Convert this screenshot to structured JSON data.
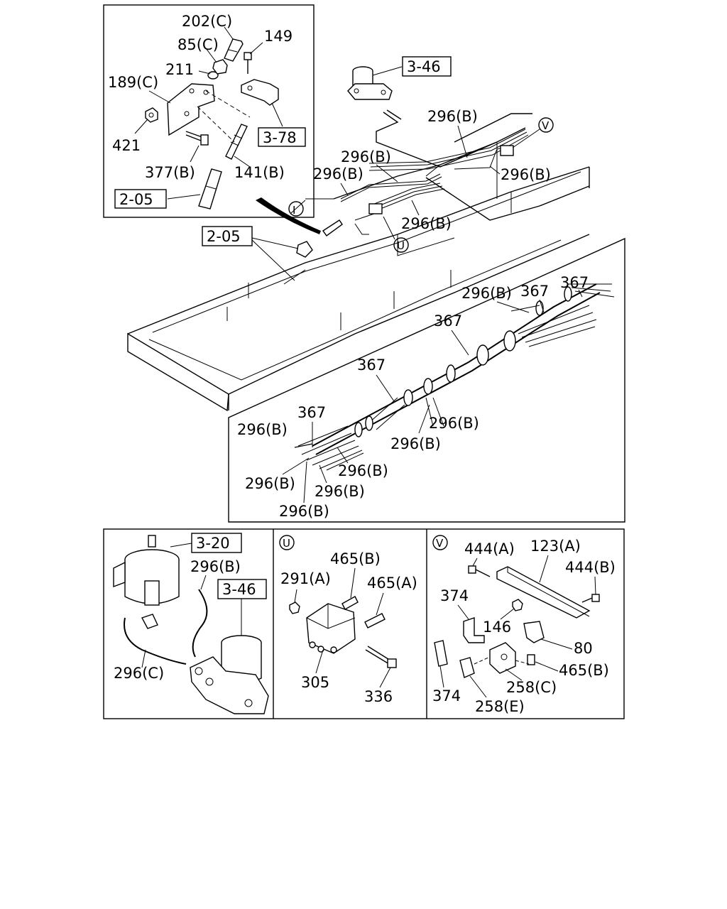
{
  "labels": {
    "p202c": "202(C)",
    "p85c": "85(C)",
    "p149": "149",
    "p211": "211",
    "p189c": "189(C)",
    "p421": "421",
    "p37_8": "3-78",
    "p377b": "377(B)",
    "p141b": "141(B)",
    "p205a": "2-05",
    "p346a": "3-46",
    "p296b1": "296(B)",
    "p296b2": "296(B)",
    "p296b3": "296(B)",
    "p296b4": "296(B)",
    "p296b5": "296(B)",
    "cI": "I",
    "cU": "U",
    "cV": "V",
    "p205b": "2-05",
    "p367a": "367",
    "p367b": "367",
    "p367c": "367",
    "p367d": "367",
    "p367e": "367",
    "p296b6": "296(B)",
    "p296b7": "296(B)",
    "p296b8": "296(B)",
    "p296b9": "296(B)",
    "p296b10": "296(B)",
    "p296b11": "296(B)",
    "p296b12": "296(B)",
    "p296b13": "296(B)",
    "p320": "3-20",
    "p296b14": "296(B)",
    "p346b": "3-46",
    "p296c": "296(C)",
    "uU": "U",
    "p465b1": "465(B)",
    "p291a": "291(A)",
    "p465a": "465(A)",
    "p305": "305",
    "p336": "336",
    "vV": "V",
    "p444a": "444(A)",
    "p123a": "123(A)",
    "p444b": "444(B)",
    "p374a": "374",
    "p146": "146",
    "p80": "80",
    "p465b2": "465(B)",
    "p258c": "258(C)",
    "p374b": "374",
    "p258e": "258(E)"
  }
}
